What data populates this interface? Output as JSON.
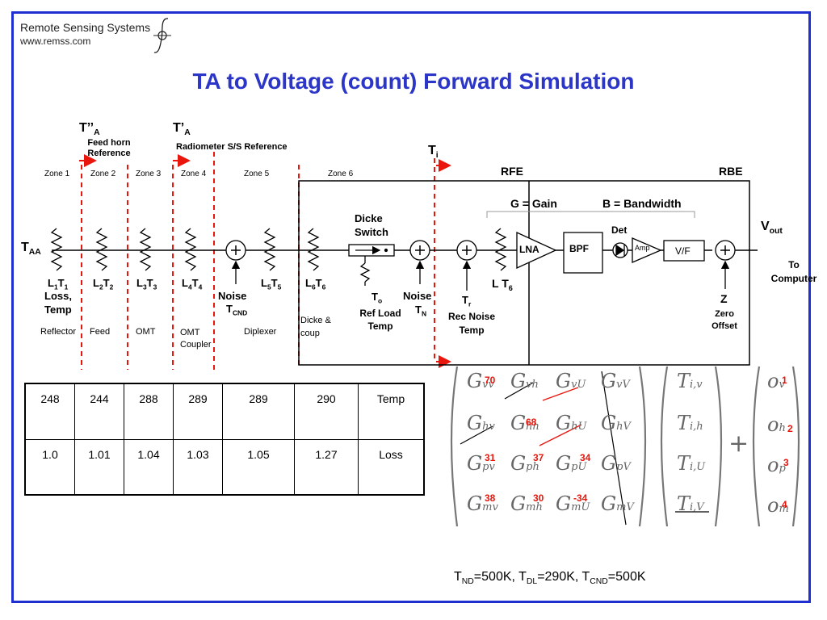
{
  "logo": {
    "name": "Remote Sensing Systems",
    "url": "www.remss.com"
  },
  "title": "TA to Voltage (count) Forward Simulation",
  "refs": {
    "tpp": "T’’",
    "tpp_sub": "A",
    "feed_ref": "Feed horn Reference",
    "tp": "T’",
    "tp_sub": "A",
    "rad_ref": "Radiometer S/S Reference",
    "ti": "T",
    "ti_sub": "i"
  },
  "zones": [
    "Zone 1",
    "Zone 2",
    "Zone 3",
    "Zone 4",
    "Zone 5",
    "Zone 6"
  ],
  "rfe": "RFE",
  "rbe": "RBE",
  "gain": "G = Gain",
  "bandwidth": "B = Bandwidth",
  "taa": "T",
  "taa_sub": "AA",
  "vout": "V",
  "vout_sub": "out",
  "to_computer": "To Computer",
  "dicke_switch": "Dicke Switch",
  "losses": [
    {
      "l": "L",
      "ls": "1",
      "t": "T",
      "ts": "1"
    },
    {
      "l": "L",
      "ls": "2",
      "t": "T",
      "ts": "2"
    },
    {
      "l": "L",
      "ls": "3",
      "t": "T",
      "ts": "3"
    },
    {
      "l": "L",
      "ls": "4",
      "t": "T",
      "ts": "4"
    },
    {
      "l": "L",
      "ls": "5",
      "t": "T",
      "ts": "5"
    },
    {
      "l": "L",
      "ls": "6",
      "t": "T",
      "ts": "6"
    }
  ],
  "l_t6": {
    "l": "L T",
    "s": "6"
  },
  "loss_temp": "Loss, Temp",
  "noise_cnd": {
    "label": "Noise",
    "t": "T",
    "s": "CND"
  },
  "to_ref": {
    "t": "T",
    "s": "o",
    "label": "Ref Load Temp"
  },
  "noise_n": {
    "label": "Noise",
    "t": "T",
    "s": "N"
  },
  "tr": {
    "t": "T",
    "s": "r",
    "label": "Rec Noise Temp"
  },
  "z": {
    "label": "Z",
    "desc": "Zero Offset"
  },
  "blocks": {
    "lna": "LNA",
    "bpf": "BPF",
    "det": "Det",
    "amp": "Amp",
    "vf": "V/F"
  },
  "components": [
    "Reflector",
    "Feed",
    "OMT",
    "OMT Coupler",
    "Diplexer",
    "Dicke & coup"
  ],
  "table": {
    "rows": [
      [
        "248",
        "244",
        "288",
        "289",
        "289",
        "290",
        "Temp"
      ],
      [
        "1.0",
        "1.01",
        "1.04",
        "1.03",
        "1.05",
        "1.27",
        "Loss"
      ]
    ]
  },
  "matrix": {
    "g": [
      [
        "G",
        "vv",
        "G",
        "vh",
        "G",
        "vU",
        "G",
        "vV"
      ],
      [
        "G",
        "hv",
        "G",
        "hh",
        "G",
        "hU",
        "G",
        "hV"
      ],
      [
        "G",
        "pv",
        "G",
        "ph",
        "G",
        "pU",
        "G",
        "pV"
      ],
      [
        "G",
        "mv",
        "G",
        "mh",
        "G",
        "mU",
        "G",
        "mV"
      ]
    ],
    "nums": [
      "70",
      "68",
      "31",
      "37",
      "34",
      "38",
      "30",
      "-34"
    ],
    "t": [
      [
        "T",
        "i,v"
      ],
      [
        "T",
        "i,h"
      ],
      [
        "T",
        "i,U"
      ],
      [
        "T",
        "i,V"
      ]
    ],
    "o": [
      [
        "o",
        "v",
        "1"
      ],
      [
        "o",
        "h",
        "2"
      ],
      [
        "o",
        "p",
        "3"
      ],
      [
        "o",
        "m",
        "4"
      ]
    ],
    "plus": "+"
  },
  "footer": {
    "a": "T",
    "as": "ND",
    "av": "=500K, ",
    "b": "T",
    "bs": "DL",
    "bv": "=290K, ",
    "c": "T",
    "cs": "CND",
    "cv": "=500K"
  },
  "colors": {
    "border": "#1f2fd0",
    "title": "#2b35c7",
    "dash": "#e8160c",
    "annot": "#e8160c"
  }
}
